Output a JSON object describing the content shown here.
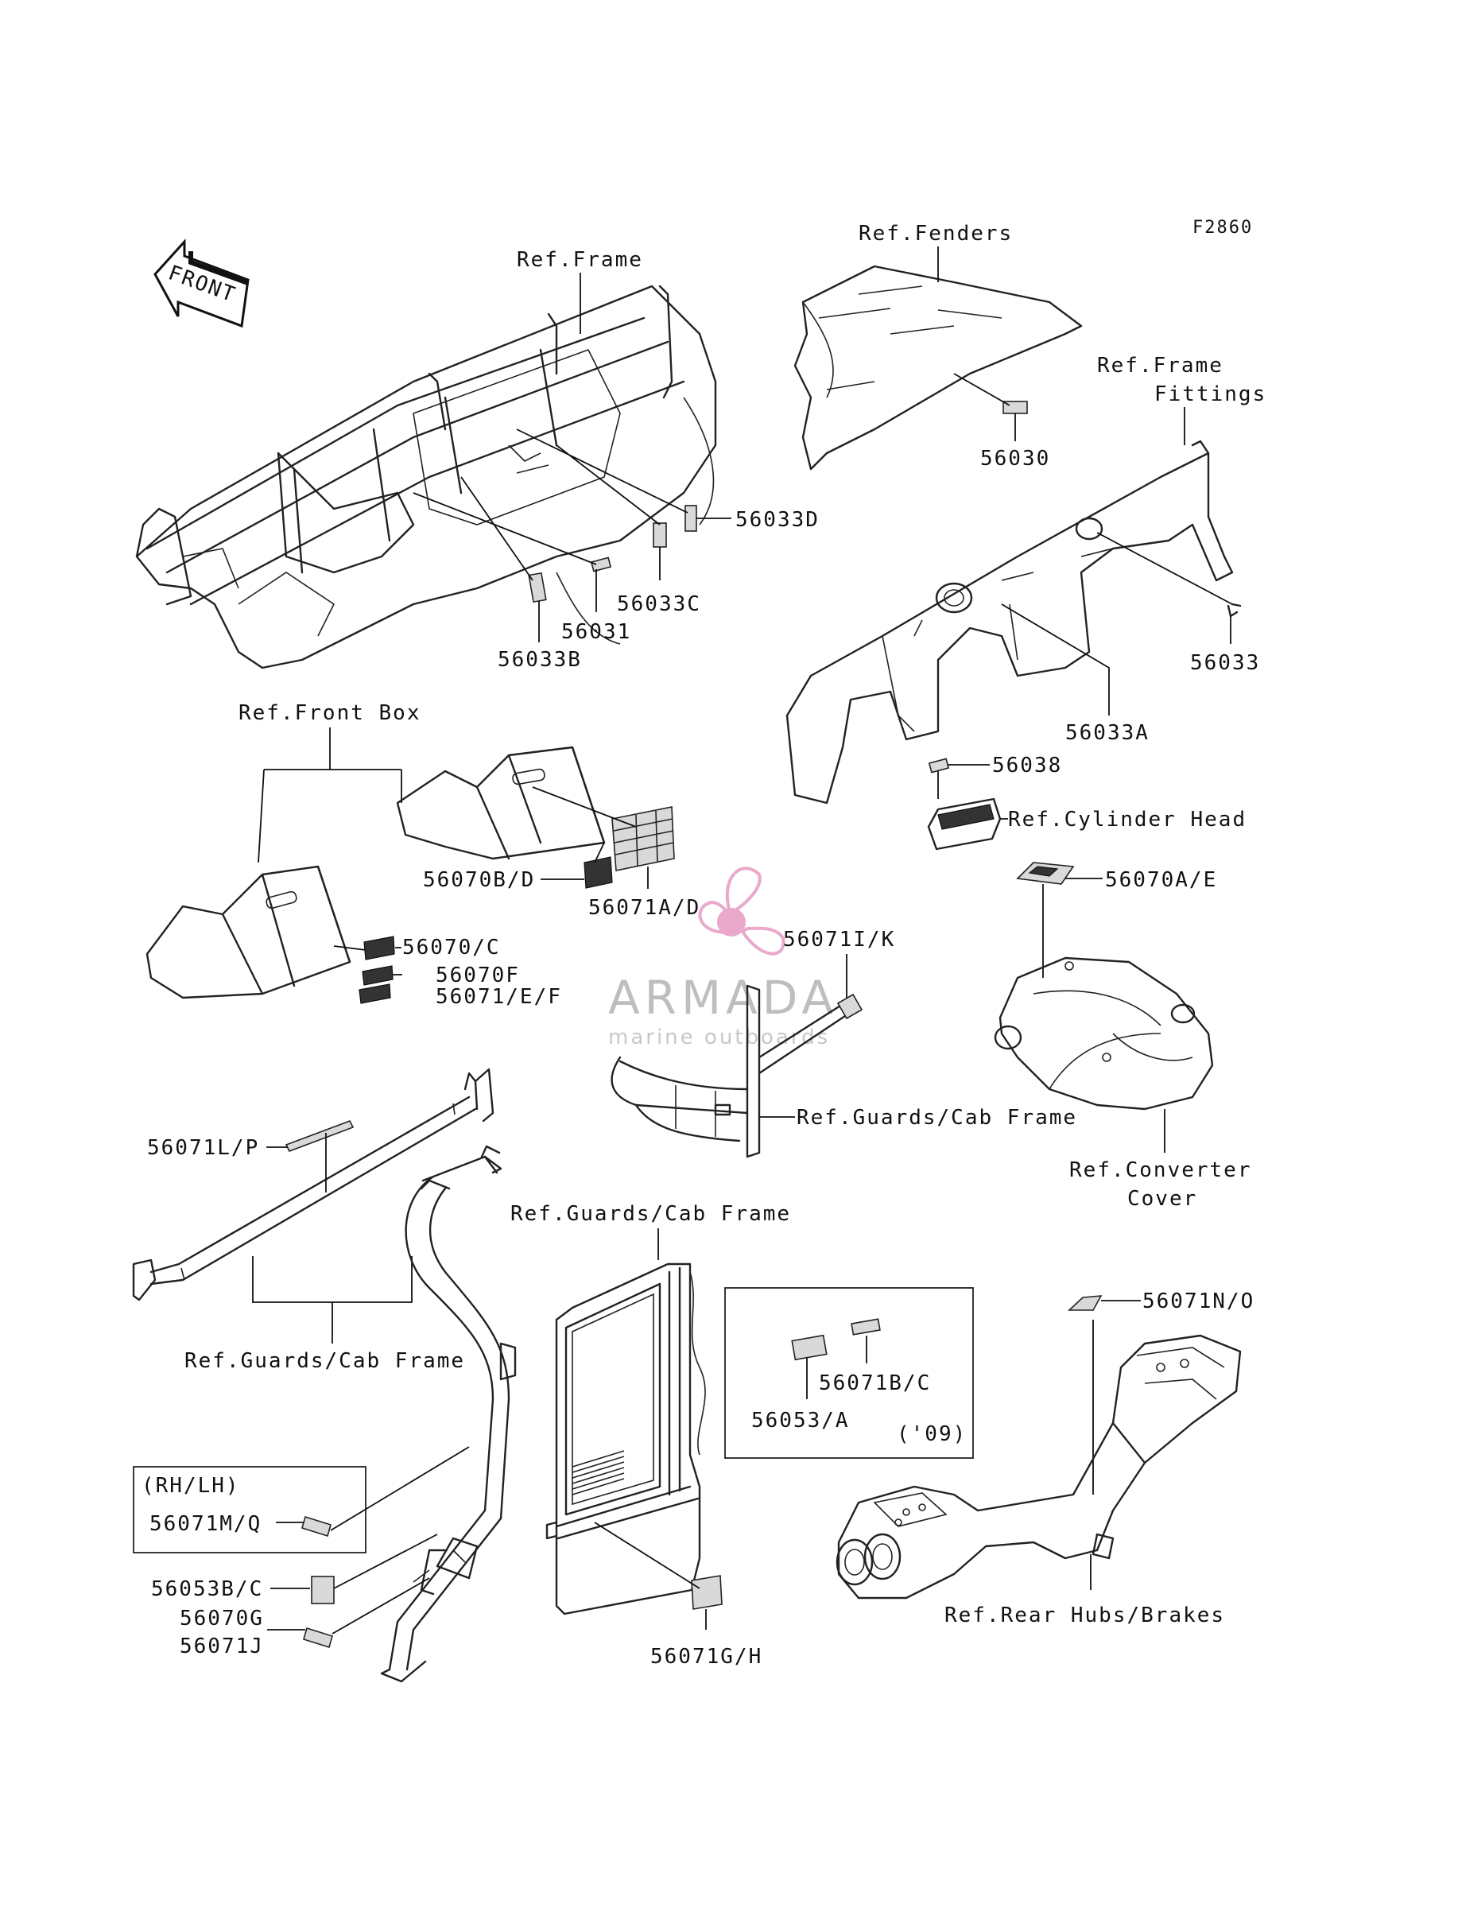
{
  "code": "F2860",
  "front_arrow": "FRONT",
  "watermark": {
    "brand": "ARMADA",
    "tagline": "marine outboards",
    "colors": {
      "propeller": "#e38db9",
      "text": "#8a8a8a"
    }
  },
  "refs": {
    "frame": "Ref.Frame",
    "fenders": "Ref.Fenders",
    "frame_fittings_1": "Ref.Frame",
    "frame_fittings_2": "Fittings",
    "front_box": "Ref.Front Box",
    "cylinder_head": "Ref.Cylinder Head",
    "guards_cab_frame_1": "Ref.Guards/Cab Frame",
    "converter_cover_1": "Ref.Converter",
    "converter_cover_2": "Cover",
    "guards_cab_frame_2": "Ref.Guards/Cab Frame",
    "guards_cab_frame_3": "Ref.Guards/Cab Frame",
    "rear_hubs_brakes": "Ref.Rear Hubs/Brakes"
  },
  "parts": {
    "p56033D": "56033D",
    "p56033C": "56033C",
    "p56031": "56031",
    "p56033B": "56033B",
    "p56030": "56030",
    "p56033": "56033",
    "p56033A": "56033A",
    "p56038": "56038",
    "p56070BD": "56070B/D",
    "p56071AD": "56071A/D",
    "p56070AE": "56070A/E",
    "p56070C": "56070/C",
    "p56070F": "56070F",
    "p56071EF": "56071/E/F",
    "p56071IK": "56071I/K",
    "p56071LP": "56071L/P",
    "p56071BC": "56071B/C",
    "p56053A": "56053/A",
    "p56071NO": "56071N/O",
    "rhlh": "(RH/LH)",
    "p56071MQ": "56071M/Q",
    "p56053BC": "56053B/C",
    "p56070G": "56070G",
    "p56071J": "56071J",
    "p56071GH": "56071G/H",
    "year09": "('09)"
  }
}
